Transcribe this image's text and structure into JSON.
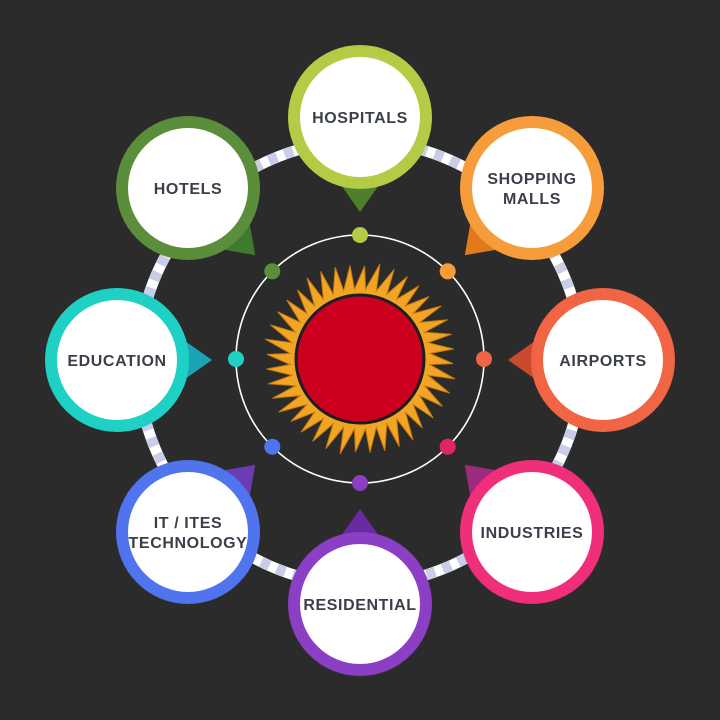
{
  "nodes": [
    {
      "key": "hospitals",
      "lines": [
        "HOSPITALS"
      ],
      "color": "#b3cb45",
      "dark": "#4d7f2c",
      "dot": "#b3cb45"
    },
    {
      "key": "shopping",
      "lines": [
        "SHOPPING",
        "MALLS"
      ],
      "color": "#f79c3a",
      "dark": "#e07a1a",
      "dot": "#f79c3a"
    },
    {
      "key": "airports",
      "lines": [
        "AIRPORTS"
      ],
      "color": "#f26544",
      "dark": "#c94a2e",
      "dot": "#f26544"
    },
    {
      "key": "industries",
      "lines": [
        "INDUSTRIES"
      ],
      "color": "#ef2f79",
      "dark": "#9c2a7e",
      "dot": "#e0246a"
    },
    {
      "key": "residential",
      "lines": [
        "RESIDENTIAL"
      ],
      "color": "#8b3fc4",
      "dark": "#6a2aa3",
      "dot": "#8b3fc4"
    },
    {
      "key": "it",
      "lines": [
        "IT / ITES",
        "TECHNOLOGY"
      ],
      "color": "#4f74ee",
      "dark": "#6a3db5",
      "dot": "#4f74ee"
    },
    {
      "key": "education",
      "lines": [
        "EDUCATION"
      ],
      "color": "#1fd1c4",
      "dark": "#1aa5b5",
      "dot": "#1fd1c4"
    },
    {
      "key": "hotels",
      "lines": [
        "HOTELS"
      ],
      "color": "#5b8e3a",
      "dark": "#3f7a2e",
      "dot": "#5b8e3a"
    }
  ],
  "colors": {
    "background": "#2b2b2b",
    "ring": "#ffffff",
    "ring_stripes": "#c9cde8",
    "sun_core": "#cc001e",
    "sun_rays": "#f2a524",
    "label_text": "#3a3f4a"
  }
}
